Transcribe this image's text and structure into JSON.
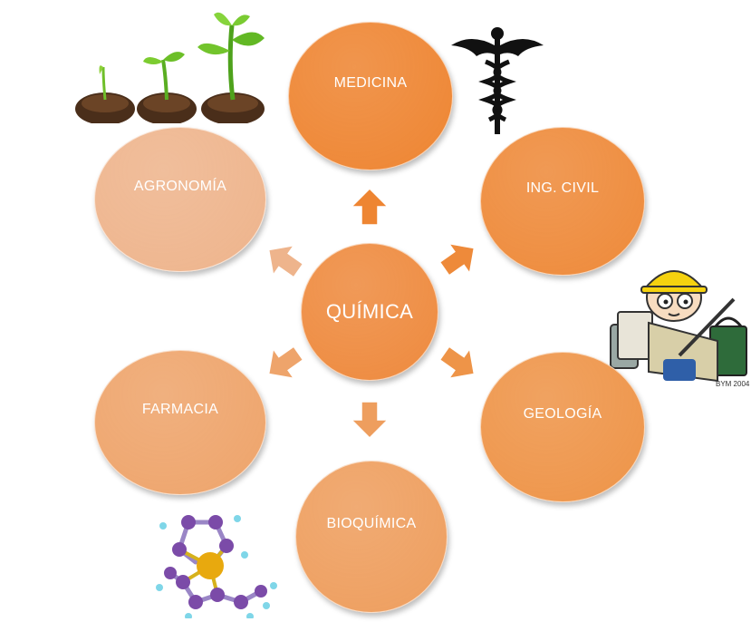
{
  "center": {
    "label": "QUÍMICA",
    "color": "#EE8A3E"
  },
  "nodes": [
    {
      "id": "medicina",
      "label": "MEDICINA",
      "color": "#EE8532",
      "icon": "caduceus-icon"
    },
    {
      "id": "ing-civil",
      "label": "ING. CIVIL",
      "color": "#EE8A3A",
      "icon": "engineer-icon"
    },
    {
      "id": "geologia",
      "label": "GEOLOGÍA",
      "color": "#EE9448"
    },
    {
      "id": "bioquimica",
      "label": "BIOQUÍMICA",
      "color": "#EE9E5E",
      "icon": "molecule-icon"
    },
    {
      "id": "farmacia",
      "label": "FARMACIA",
      "color": "#EEA46B"
    },
    {
      "id": "agronomia",
      "label": "AGRONOMÍA",
      "color": "#EEB48C",
      "icon": "seedlings-icon"
    }
  ],
  "engineer_signature": "BYM 2004"
}
